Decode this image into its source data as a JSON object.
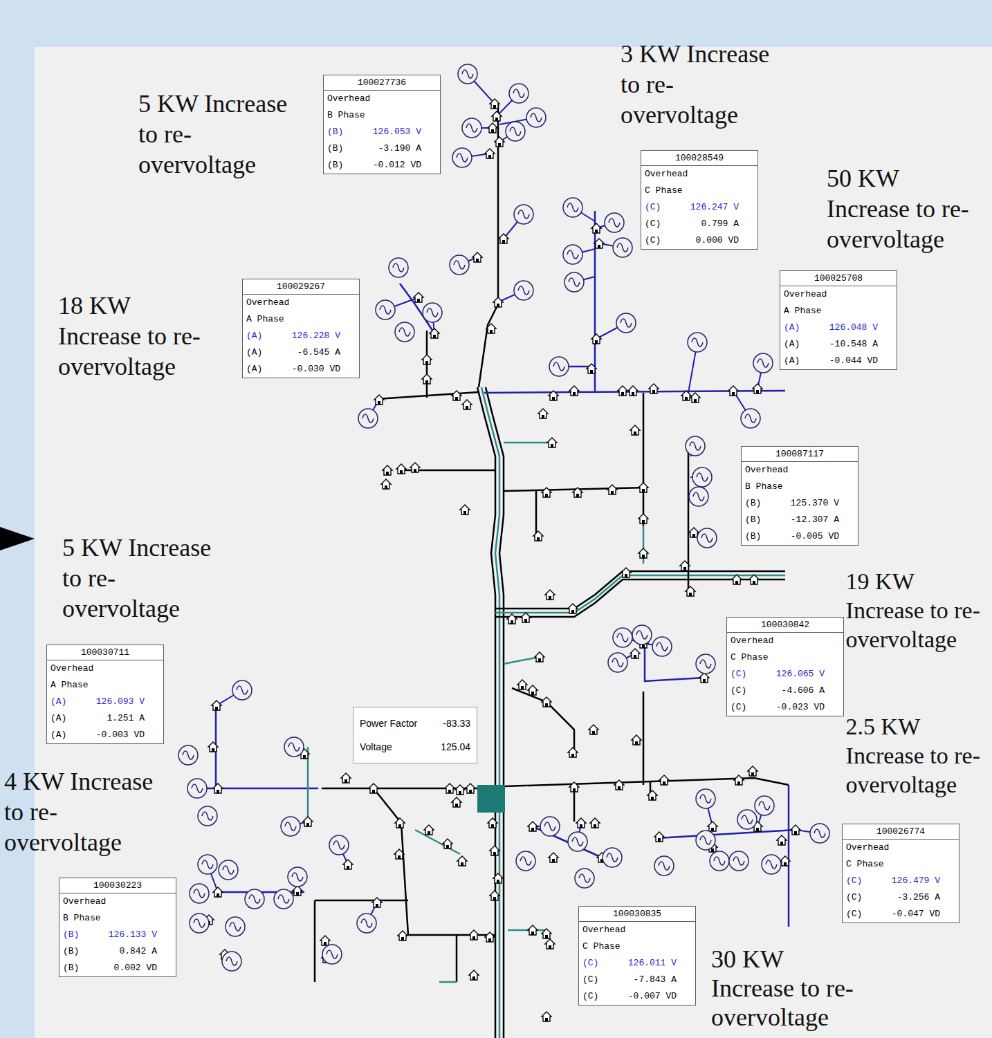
{
  "diagram": {
    "nodes": [
      {
        "text": [
          "100027736",
          "Overhead",
          "B Phase",
          "(B)",
          "126.053 V",
          "(B)",
          "-3.190 A",
          "(B)",
          "-0.012 VD"
        ]
      },
      {
        "text": [
          "100028549",
          "Overhead",
          "C Phase",
          "(C)",
          "126.247 V",
          "(C)",
          "0.799 A",
          "(C)",
          "0.000 VD"
        ]
      },
      {
        "text": [
          "100025708",
          "Overhead",
          "A Phase",
          "(A)",
          "126.048 V",
          "(A)",
          "-10.548 A",
          "(A)",
          "-0.044 VD"
        ]
      },
      {
        "text": [
          "100029267",
          "Overhead",
          "A Phase",
          "(A)",
          "126.228 V",
          "(A)",
          "-6.545 A",
          "(A)",
          "-0.030 VD"
        ]
      },
      {
        "text": [
          "100087117",
          "Overhead",
          "B Phase",
          "(B)",
          "125.370 V",
          "(B)",
          "-12.307 A",
          "(B)",
          "-0.005 VD"
        ]
      },
      {
        "text": [
          "100030842",
          "Overhead",
          "C Phase",
          "(C)",
          "126.065 V",
          "(C)",
          "-4.606 A",
          "(C)",
          "-0.023 VD"
        ]
      },
      {
        "text": [
          "100030711",
          "Overhead",
          "A Phase",
          "(A)",
          "126.093 V",
          "(A)",
          "1.251 A",
          "(A)",
          "-0.003 VD"
        ]
      },
      {
        "text": [
          "Power Factor",
          "-83.33",
          "Voltage",
          "125.04"
        ]
      },
      {
        "text": [
          "100026774",
          "Overhead",
          "C Phase",
          "(C)",
          "126.479 V",
          "(C)",
          "-3.256 A",
          "(C)",
          "-0.047 VD"
        ]
      },
      {
        "text": [
          "100030223",
          "Overhead",
          "B Phase",
          "(B)",
          "126.133 V",
          "(B)",
          "0.842 A",
          "(B)",
          "0.002 VD"
        ]
      },
      {
        "text": [
          "100030835",
          "Overhead",
          "C Phase",
          "(C)",
          "126.011 V",
          "(C)",
          "-7.843 A",
          "(C)",
          "-0.007 VD"
        ]
      }
    ],
    "labels": [
      "3 KW Increase to re-overvoltage",
      "5 KW Increase to re-overvoltage",
      "50 KW Increase to re-overvoltage",
      "18 KW Increase to re-overvoltage",
      "5 KW Increase to re-overvoltage",
      "19 KW Increase to re-overvoltage",
      "2.5 KW Increase to re-overvoltage",
      "4 KW Increase to re-overvoltage",
      "30 KW Increase to re-overvoltage"
    ]
  }
}
